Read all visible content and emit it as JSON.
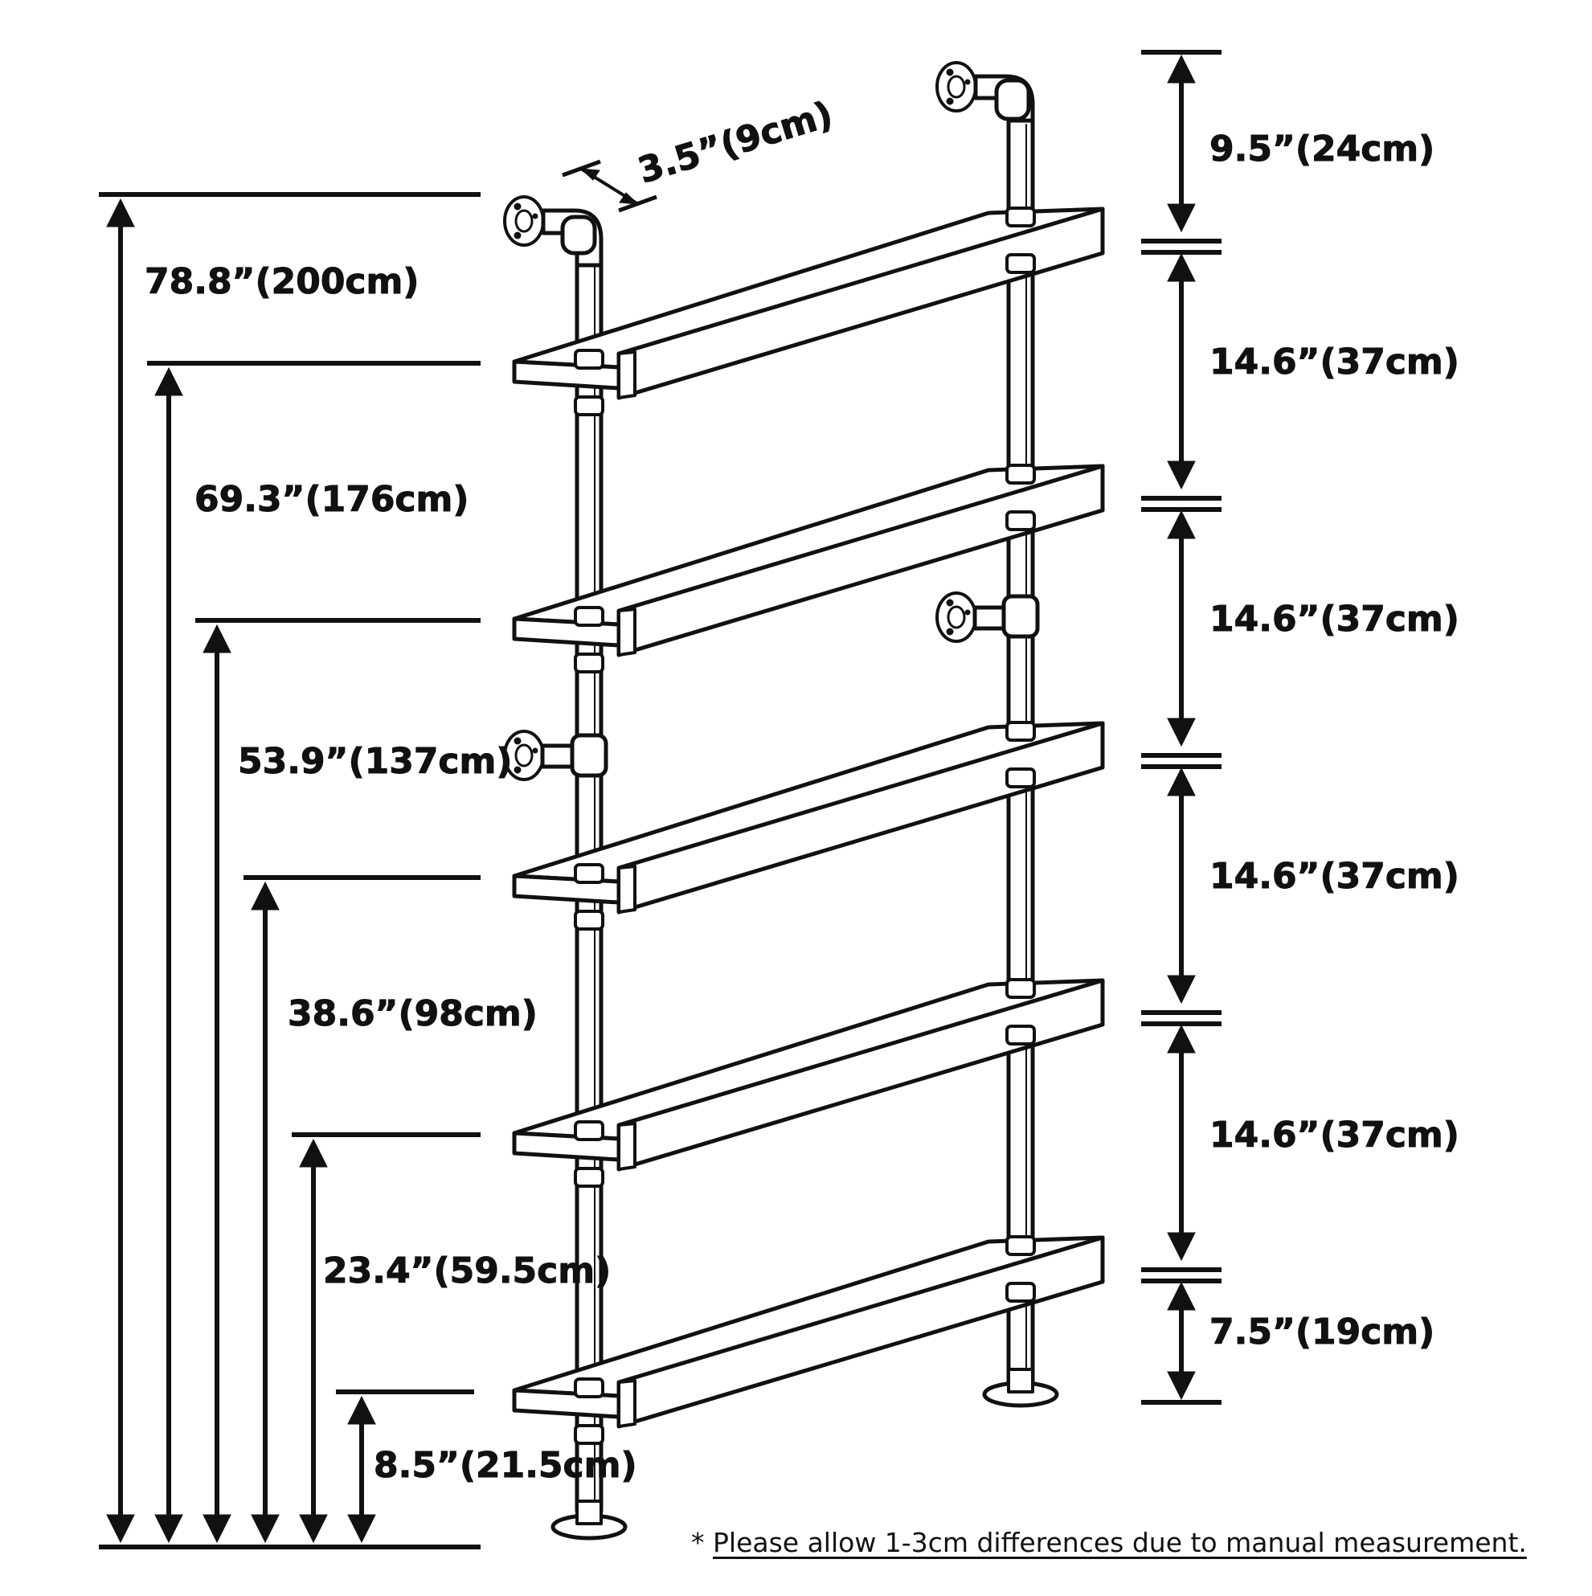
{
  "left_dimensions": [
    {
      "label": "78.8”(200cm)"
    },
    {
      "label": "69.3”(176cm)"
    },
    {
      "label": "53.9”(137cm)"
    },
    {
      "label": "38.6”(98cm)"
    },
    {
      "label": "23.4”(59.5cm)"
    },
    {
      "label": "8.5”(21.5cm)"
    }
  ],
  "right_dimensions": [
    {
      "label": "9.5”(24cm)"
    },
    {
      "label": "14.6”(37cm)"
    },
    {
      "label": "14.6”(37cm)"
    },
    {
      "label": "14.6”(37cm)"
    },
    {
      "label": "14.6”(37cm)"
    },
    {
      "label": "7.5”(19cm)"
    }
  ],
  "depth_dimension": {
    "label": "3.5”(9cm)"
  },
  "note": {
    "asterisk": "*",
    "text": "Please allow 1-3cm differences due to manual measurement."
  }
}
